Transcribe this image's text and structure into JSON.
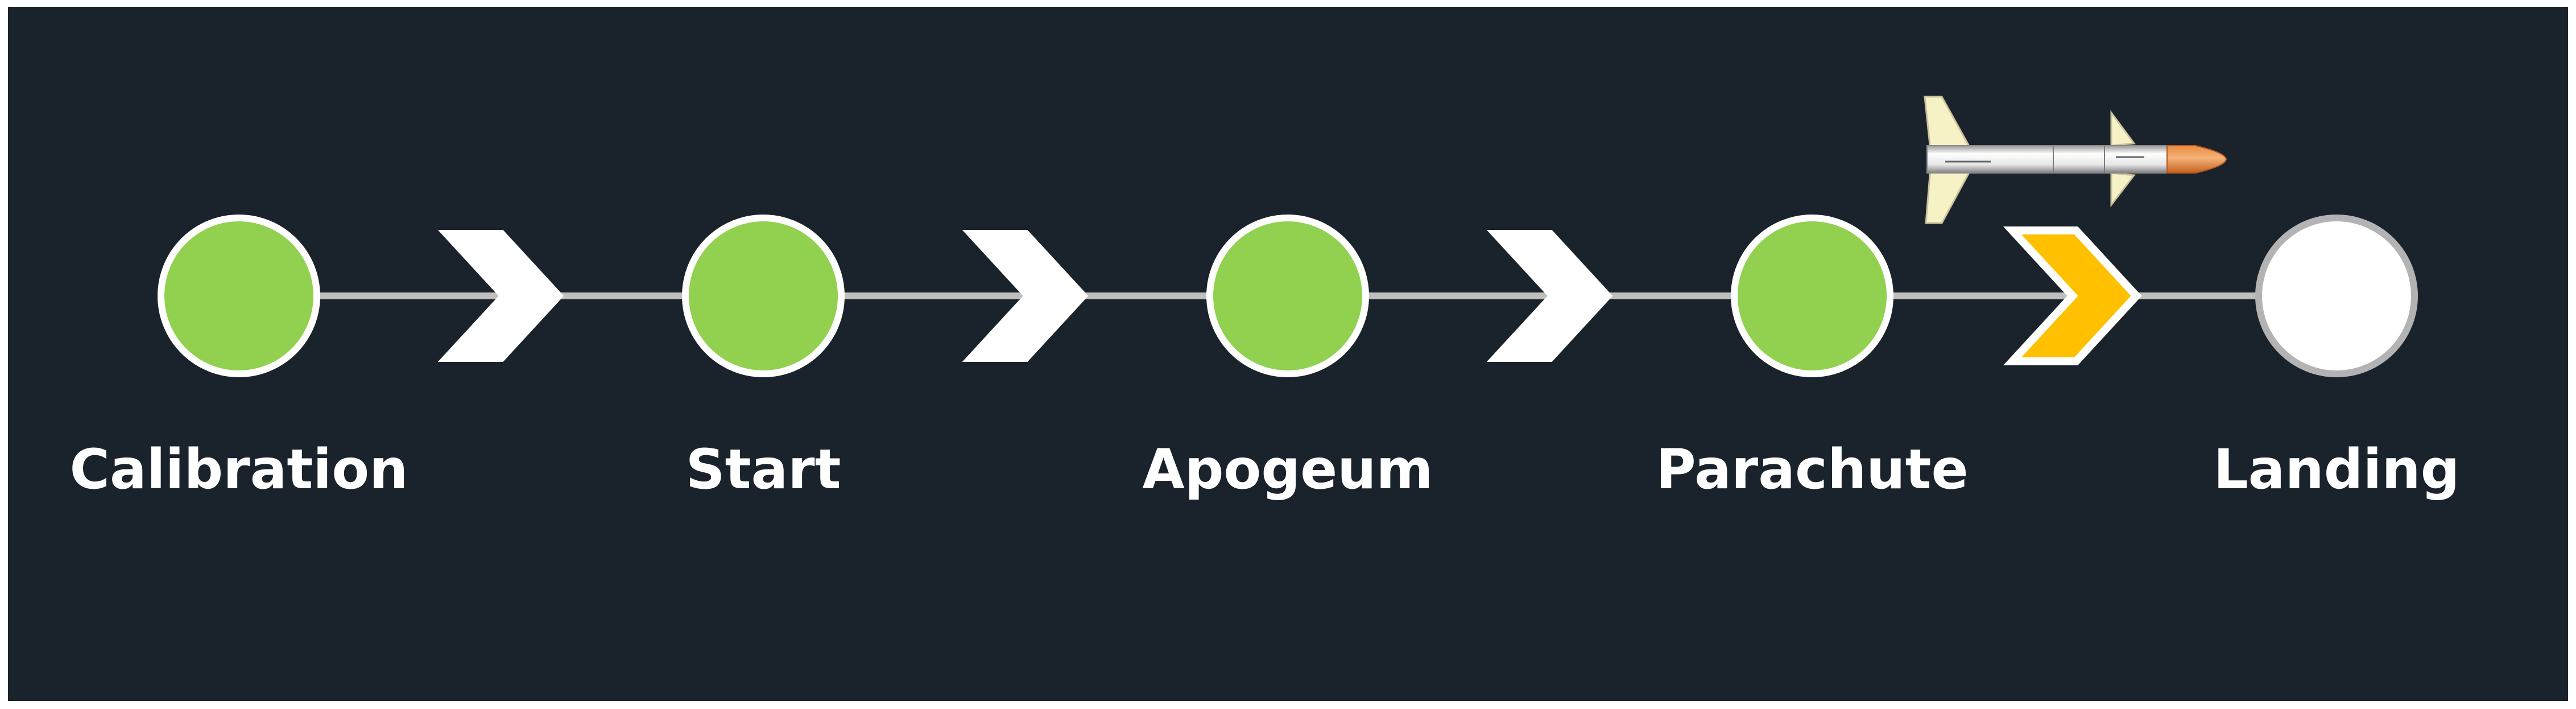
{
  "stages": [
    {
      "label": "Calibration",
      "status": "done"
    },
    {
      "label": "Start",
      "status": "done"
    },
    {
      "label": "Apogeum",
      "status": "done"
    },
    {
      "label": "Parachute",
      "status": "done"
    },
    {
      "label": "Landing",
      "status": "pending"
    }
  ],
  "transitions": [
    {
      "status": "done"
    },
    {
      "status": "done"
    },
    {
      "status": "done"
    },
    {
      "status": "active"
    }
  ],
  "rocket_icon": "rocket-icon",
  "colors": {
    "background": "#1a232c",
    "done_fill": "#92d050",
    "pending_fill": "#ffffff",
    "active_chevron": "#ffc000",
    "connector": "#bfbfbf"
  }
}
